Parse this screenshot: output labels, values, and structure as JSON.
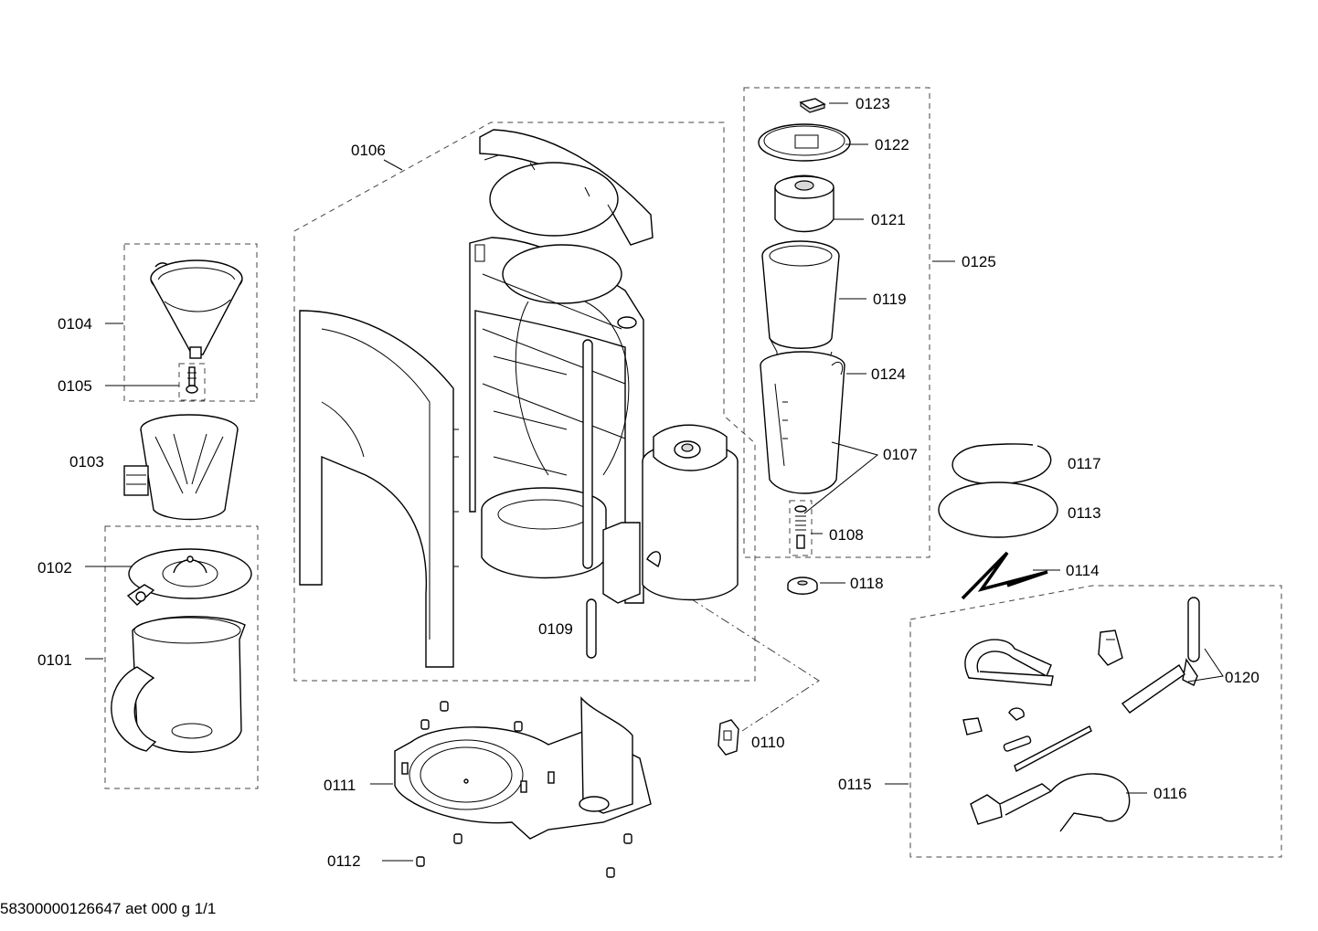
{
  "parts": {
    "p0101": "0101",
    "p0102": "0102",
    "p0103": "0103",
    "p0104": "0104",
    "p0105": "0105",
    "p0106": "0106",
    "p0107": "0107",
    "p0108": "0108",
    "p0109": "0109",
    "p0110": "0110",
    "p0111": "0111",
    "p0112": "0112",
    "p0113": "0113",
    "p0114": "0114",
    "p0115": "0115",
    "p0116": "0116",
    "p0117": "0117",
    "p0118": "0118",
    "p0119": "0119",
    "p0120": "0120",
    "p0121": "0121",
    "p0122": "0122",
    "p0123": "0123",
    "p0124": "0124",
    "p0125": "0125"
  },
  "footer": {
    "drawing_id": "58300000126647 aet 000 g 1/1"
  }
}
